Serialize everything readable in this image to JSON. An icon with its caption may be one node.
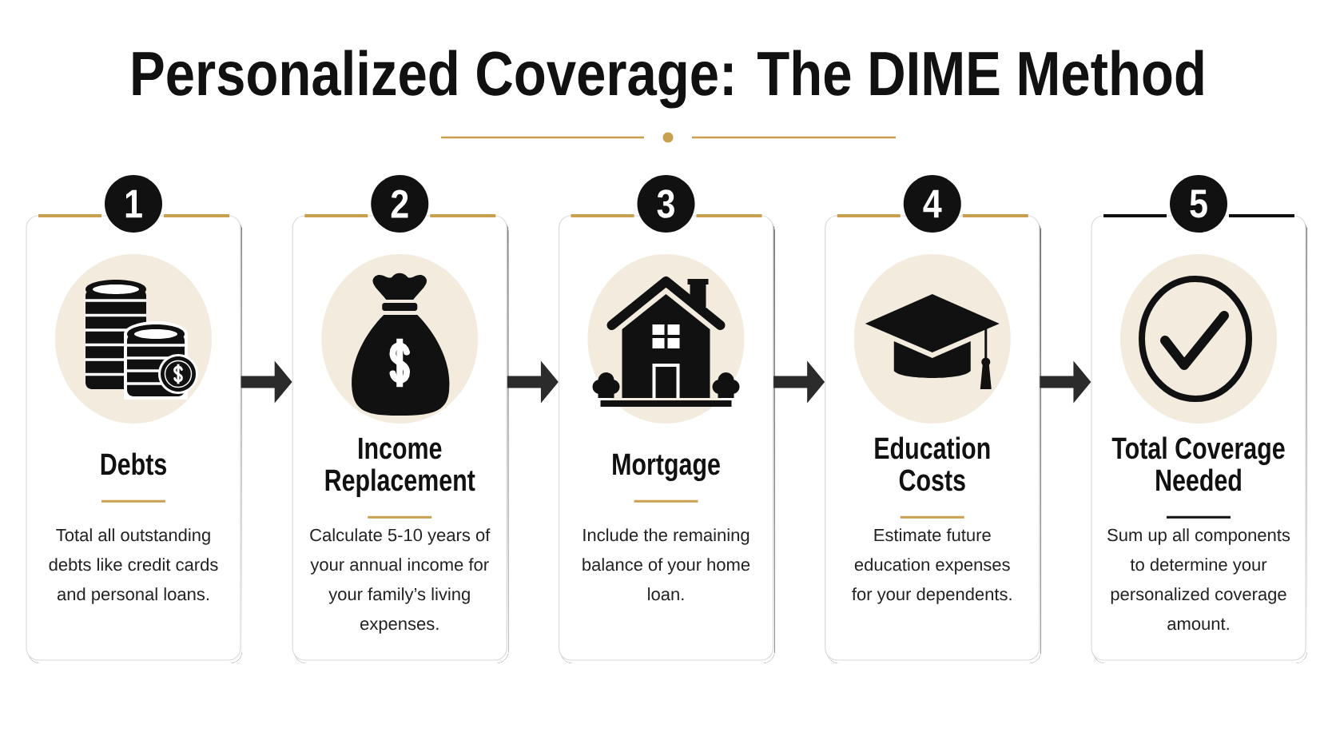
{
  "diagram": {
    "title": "Personalized Coverage: The DIME Method",
    "nodes": [
      {
        "text": [
          "1"
        ]
      },
      {
        "text": [
          "Debts",
          "Total all outstanding debts like credit cards and personal loans."
        ]
      },
      {
        "text": [
          "2"
        ]
      },
      {
        "text": [
          "Income Replacement",
          "Calculate 5-10 years of your annual income for your family’s living expenses."
        ]
      },
      {
        "text": [
          "3"
        ]
      },
      {
        "text": [
          "Mortgage",
          "Include the remaining balance of your home loan."
        ]
      },
      {
        "text": [
          "4"
        ]
      },
      {
        "text": [
          "Education Costs",
          "Estimate future education expenses for your dependents."
        ]
      },
      {
        "text": [
          "5"
        ]
      },
      {
        "text": [
          "Total Coverage Needed",
          "Sum up all components to determine your personalized coverage amount."
        ]
      }
    ],
    "edges": [
      {
        "from": 1,
        "to": 3,
        "arrow": "to"
      },
      {
        "from": 3,
        "to": 5,
        "arrow": "to"
      },
      {
        "from": 5,
        "to": 7,
        "arrow": "to"
      },
      {
        "from": 7,
        "to": 9,
        "arrow": "to"
      }
    ]
  }
}
